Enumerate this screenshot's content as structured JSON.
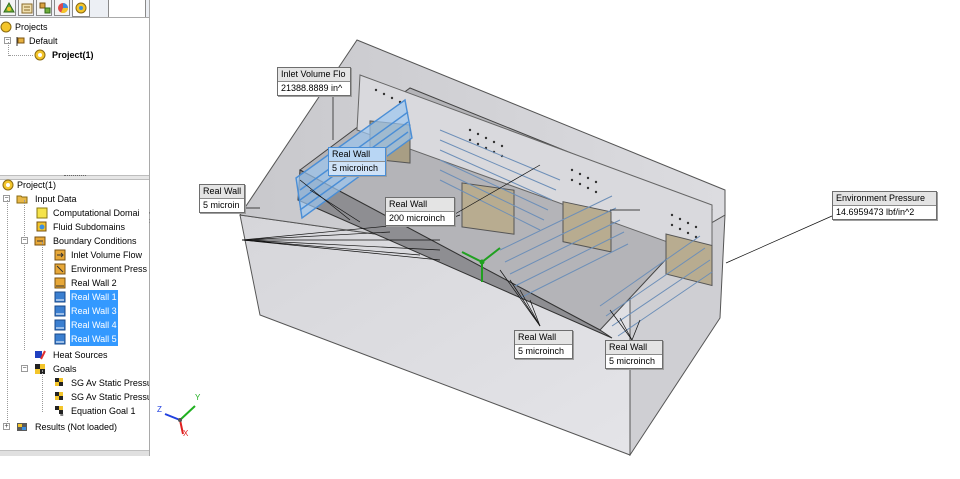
{
  "tabs": [
    {
      "icon": "feature-manager-tab-icon"
    },
    {
      "icon": "property-manager-tab-icon"
    },
    {
      "icon": "configuration-manager-tab-icon"
    },
    {
      "icon": "display-manager-tab-icon"
    },
    {
      "icon": "flow-simulation-tab-icon"
    }
  ],
  "top_tree": {
    "projects": "Projects",
    "default": "Default",
    "project": "Project(1)"
  },
  "analysis_tree": {
    "root": "Project(1)",
    "input_data": "Input Data",
    "computational_domain": "Computational Domai",
    "fluid_subdomains": "Fluid Subdomains",
    "boundary_conditions": "Boundary Conditions",
    "bc_items": [
      {
        "label": "Inlet Volume Flow",
        "selected": false
      },
      {
        "label": "Environment Press",
        "selected": false
      },
      {
        "label": "Real Wall 2",
        "selected": false
      },
      {
        "label": "Real Wall 1",
        "selected": true
      },
      {
        "label": "Real Wall 3",
        "selected": true
      },
      {
        "label": "Real Wall 4",
        "selected": true
      },
      {
        "label": "Real Wall 5",
        "selected": true
      }
    ],
    "heat_sources": "Heat Sources",
    "goals": "Goals",
    "goal_items": [
      "SG Av Static Pressu",
      "SG Av Static Pressu",
      "Equation Goal 1"
    ],
    "results": "Results (Not loaded)"
  },
  "callouts": {
    "inlet": {
      "title": "Inlet Volume Flo",
      "value": "21388.8889 in^"
    },
    "wall_blue": {
      "title": "Real Wall",
      "value": "5 microinch"
    },
    "wall_left": {
      "title": "Real Wall",
      "value": "5 microin"
    },
    "wall_200": {
      "title": "Real Wall",
      "value": "200 microinch"
    },
    "environment": {
      "title": "Environment Pressure",
      "value": "14.6959473 lbf/in^2"
    },
    "wall_bottom1": {
      "title": "Real Wall",
      "value": "5 microinch"
    },
    "wall_bottom2": {
      "title": "Real Wall",
      "value": "5 microinch"
    }
  },
  "triad": {
    "x": "X",
    "y": "Y",
    "z": "Z"
  },
  "colors": {
    "selection": "#3399ff",
    "model_blue": "#4a8ed6",
    "axis_red": "#e02020",
    "axis_green": "#20b020",
    "axis_blue": "#2040e0"
  }
}
